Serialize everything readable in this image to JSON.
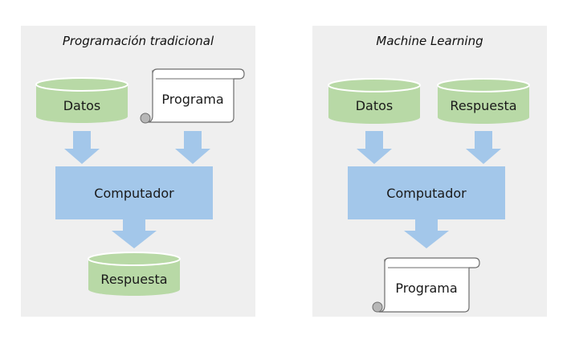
{
  "colors": {
    "panel_bg": "#efefef",
    "database_fill": "#b8d9a6",
    "database_stroke": "#ffffff",
    "computer_fill": "#a3c7ea",
    "arrow_fill": "#a3c7ea",
    "scroll_fill": "#ffffff",
    "scroll_stroke": "#6d6d6d",
    "scroll_curl": "#b7b7b7"
  },
  "icons": {
    "database": "cylinder-icon",
    "program": "scroll-icon",
    "flow": "arrow-down-icon"
  },
  "panels": {
    "traditional": {
      "title": "Programación tradicional",
      "input_data": "Datos",
      "input_program": "Programa",
      "computer": "Computador",
      "output": "Respuesta"
    },
    "ml": {
      "title": "Machine Learning",
      "input_data": "Datos",
      "input_answer": "Respuesta",
      "computer": "Computador",
      "output": "Programa"
    }
  }
}
